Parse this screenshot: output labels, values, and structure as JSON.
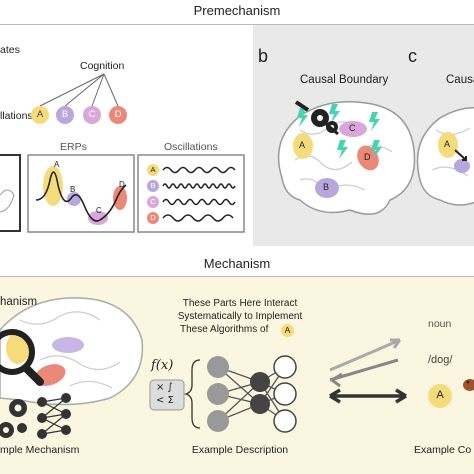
{
  "top": {
    "title": "Premechanism",
    "panel_a": {
      "partial_label": "ates",
      "cognition": "Cognition",
      "oscillations_label": "llations",
      "nodes": [
        "A",
        "B",
        "C",
        "D"
      ],
      "erps_title": "ERPs",
      "erp_labels": [
        "A",
        "B",
        "C",
        "D"
      ],
      "osc_title": "Oscillations",
      "osc_labels": [
        "A",
        "B",
        "C",
        "D"
      ]
    },
    "panel_b": {
      "letter": "b",
      "title": "Causal Boundary",
      "regions": [
        "A",
        "B",
        "C",
        "D"
      ]
    },
    "panel_c": {
      "letter": "c",
      "title": "Causa",
      "regions": [
        "A"
      ]
    }
  },
  "bottom": {
    "title": "Mechanism",
    "left_title": "hanism",
    "left_caption": "mple Mechanism",
    "middle_text": [
      "These Parts Here Interact",
      "Systematically to Implement",
      "These Algorithms of"
    ],
    "middle_badge": "A",
    "formula_f": "f(x)",
    "formula_ops": "× ∫\n< Σ",
    "middle_caption": "Example Description",
    "right_noun": "noun",
    "right_phon": "/dog/",
    "right_badge": "A",
    "right_caption": "Example Co"
  },
  "colors": {
    "yellow": "#f5dc7a",
    "purple": "#b9a6dc",
    "pink": "#d9a7d8",
    "red": "#ec8877",
    "green": "#45d4b0",
    "panel_gray": "#e9e9e9",
    "mech_bg": "#fbf6df"
  }
}
